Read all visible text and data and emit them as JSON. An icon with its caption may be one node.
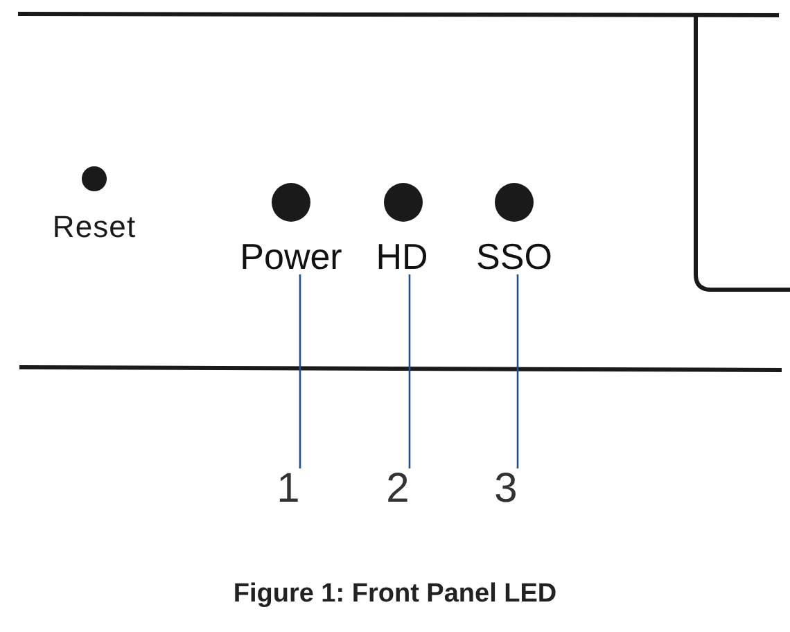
{
  "diagram": {
    "caption": "Figure 1: Front Panel LED",
    "nodes": [
      {
        "text": [
          "Power"
        ]
      },
      {
        "text": [
          "HD"
        ]
      },
      {
        "text": [
          "SSO"
        ]
      },
      {
        "text": [
          "1"
        ]
      },
      {
        "text": [
          "2"
        ]
      },
      {
        "text": [
          "3"
        ]
      }
    ],
    "edges": [
      {
        "from": 3,
        "to": 0,
        "arrow": "none"
      },
      {
        "from": 4,
        "to": 1,
        "arrow": "none"
      },
      {
        "from": 5,
        "to": 2,
        "arrow": "none"
      }
    ],
    "labels": [
      "Reset"
    ]
  }
}
